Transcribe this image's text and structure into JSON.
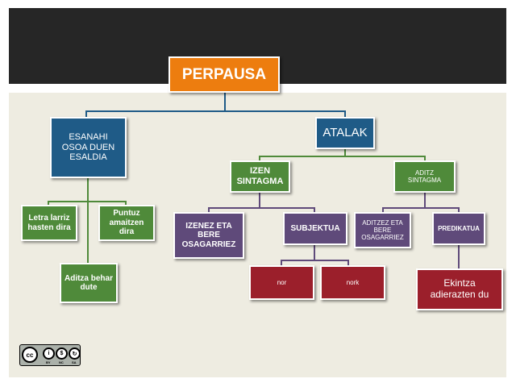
{
  "colors": {
    "orange": "#ed7d0f",
    "blue": "#1f5b87",
    "green": "#4f8a3a",
    "purple": "#5f4a7a",
    "red": "#9b1f2b",
    "background": "#eeece1",
    "topbar": "#262626"
  },
  "nodes": {
    "root": "PERPAUSA",
    "esanahi": "ESANAHI\nOSOA DUEN\nESALDIA",
    "atalak": "ATALAK",
    "letra": "Letra larriz\nhasten dira",
    "puntuz": "Puntuz\namaitzen\ndira",
    "aditza_behar": "Aditza behar\ndute",
    "izen_sintagma": "IZEN\nSINTAGMA",
    "aditz_sintagma": "ADITZ\nSINTAGMA",
    "izenez_eta": "IZENEZ ETA\nBERE\nOSAGARRIEZ",
    "subjektua": "SUBJEKTUA",
    "aditzez_eta": "ADITZEZ ETA\nBERE\nOSAGARRIEZ",
    "predikatua": "PREDIKATUA",
    "nor": "nor",
    "nork": "nork",
    "ekintza": "Ekintza\nadierazten du"
  },
  "license": {
    "icon": "creative-commons-by-nc-sa-icon",
    "labels": [
      "BY",
      "NC",
      "SA"
    ]
  }
}
